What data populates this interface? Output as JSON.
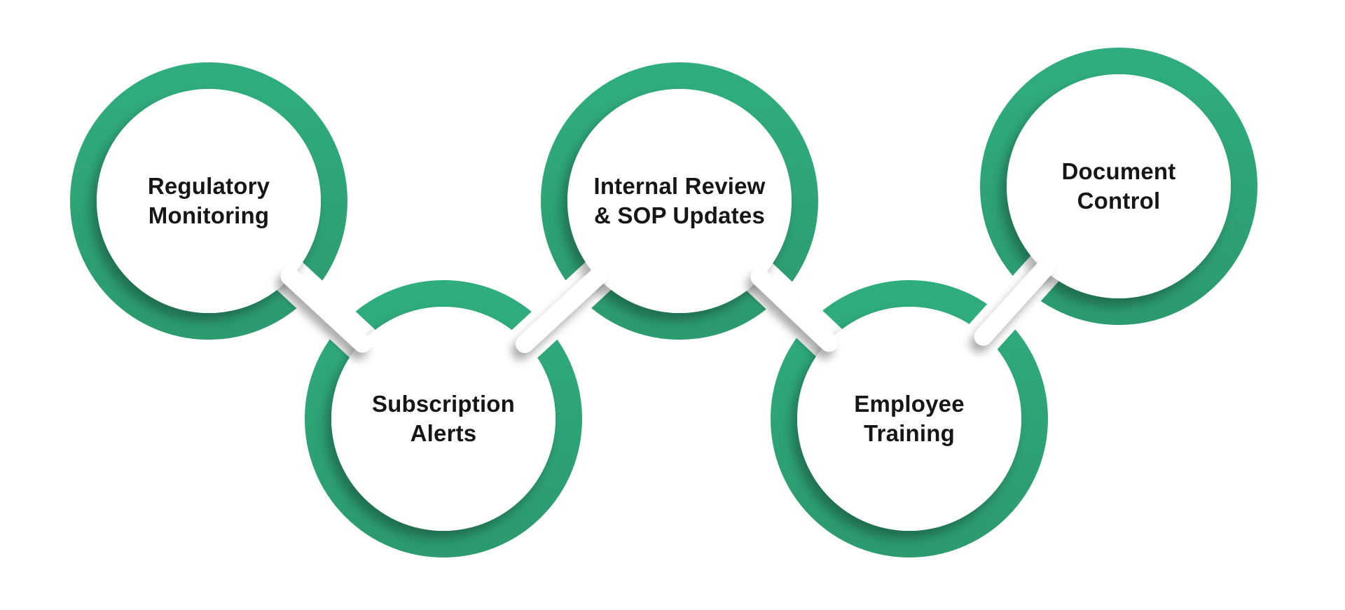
{
  "theme": {
    "background": "#FFFFFF",
    "ring_green_top": "#2FAD7E",
    "ring_green_bottom": "#2C9B6F",
    "text_color": "#161616"
  },
  "diagram": {
    "nodes": [
      {
        "id": "regulatory-monitoring",
        "line1": "Regulatory",
        "line2": "Monitoring"
      },
      {
        "id": "subscription-alerts",
        "line1": "Subscription",
        "line2": "Alerts"
      },
      {
        "id": "internal-review-sop-updates",
        "line1": "Internal Review",
        "line2": "& SOP Updates"
      },
      {
        "id": "employee-training",
        "line1": "Employee",
        "line2": "Training"
      },
      {
        "id": "document-control",
        "line1": "Document",
        "line2": "Control"
      }
    ],
    "links": [
      {
        "from": "regulatory-monitoring",
        "to": "subscription-alerts"
      },
      {
        "from": "subscription-alerts",
        "to": "internal-review-sop-updates"
      },
      {
        "from": "internal-review-sop-updates",
        "to": "employee-training"
      },
      {
        "from": "employee-training",
        "to": "document-control"
      }
    ]
  }
}
